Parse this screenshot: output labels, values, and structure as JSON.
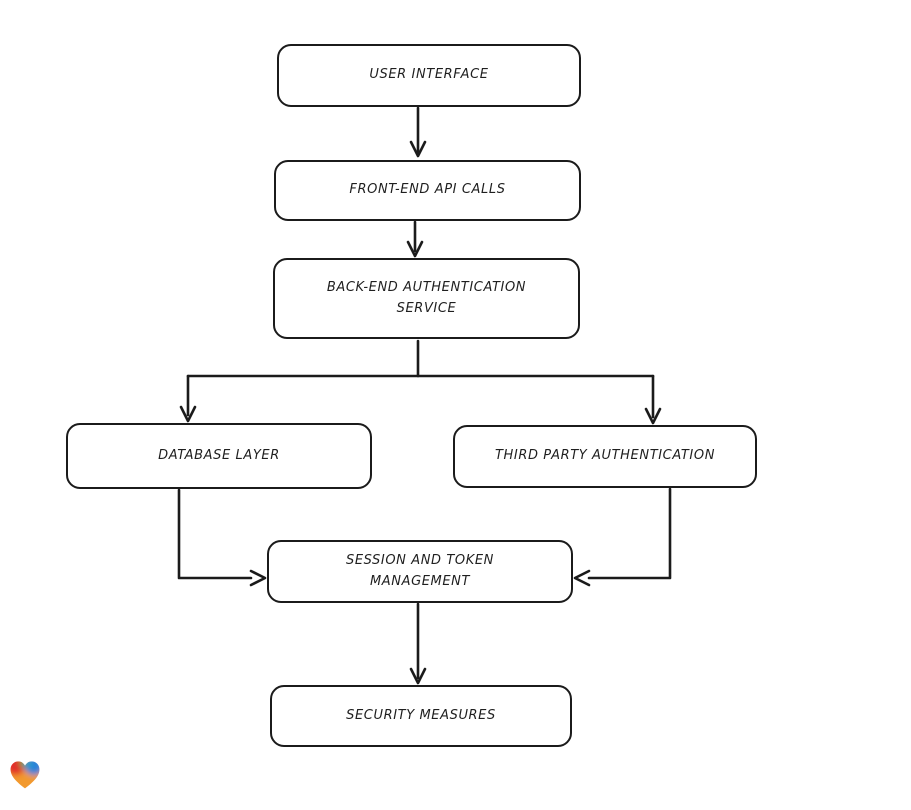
{
  "page": {
    "background": "#ffffff"
  },
  "diagram": {
    "type": "flowchart",
    "style": "hand-drawn",
    "colors": {
      "stroke": "#1b1b1b",
      "text": "#1f1f1f",
      "node_fill": "#ffffff"
    },
    "nodes": [
      {
        "id": "user-interface",
        "label": "USER INTERFACE"
      },
      {
        "id": "front-end-api-calls",
        "label": "FRONT-END API CALLS"
      },
      {
        "id": "back-end-auth-service",
        "label": "BACK-END AUTHENTICATION\nSERVICE"
      },
      {
        "id": "database-layer",
        "label": "DATABASE LAYER"
      },
      {
        "id": "third-party-auth",
        "label": "THIRD PARTY AUTHENTICATION"
      },
      {
        "id": "session-token-management",
        "label": "SESSION AND TOKEN\nMANAGEMENT"
      },
      {
        "id": "security-measures",
        "label": "SECURITY MEASURES"
      }
    ],
    "edges": [
      {
        "from": "user-interface",
        "to": "front-end-api-calls"
      },
      {
        "from": "front-end-api-calls",
        "to": "back-end-auth-service"
      },
      {
        "from": "back-end-auth-service",
        "to": "database-layer"
      },
      {
        "from": "back-end-auth-service",
        "to": "third-party-auth"
      },
      {
        "from": "database-layer",
        "to": "session-token-management"
      },
      {
        "from": "third-party-auth",
        "to": "session-token-management"
      },
      {
        "from": "session-token-management",
        "to": "security-measures"
      }
    ]
  },
  "branding": {
    "logo": "gradient-heart",
    "logo_colors": {
      "red": "#e22d2a",
      "green": "#66a73c",
      "blue": "#2b82d9",
      "orange": "#f2992e"
    }
  }
}
